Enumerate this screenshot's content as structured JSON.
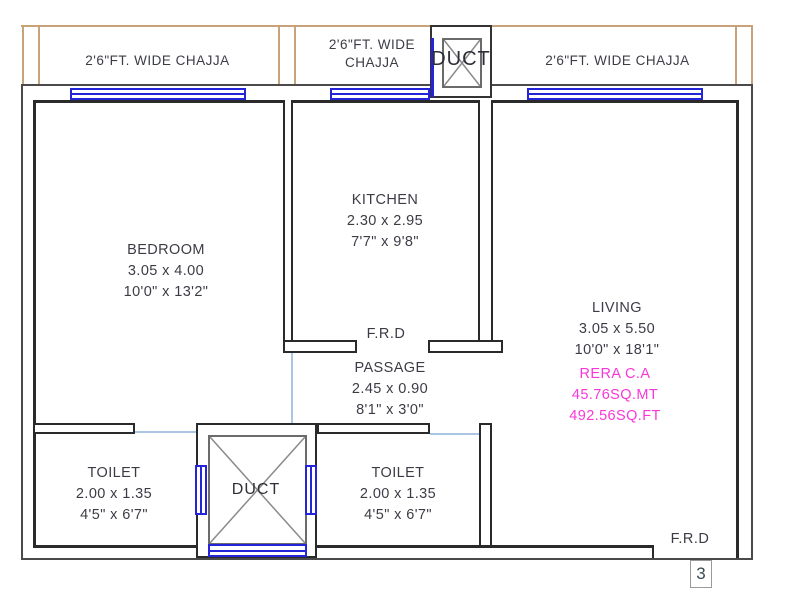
{
  "chajja": {
    "left": {
      "label": "2'6\"FT. WIDE CHAJJA"
    },
    "mid": {
      "line1": "2'6\"FT. WIDE",
      "line2": "CHAJJA"
    },
    "right": {
      "label": "2'6\"FT. WIDE CHAJJA"
    }
  },
  "ducts": {
    "top": {
      "label": "DUCT"
    },
    "bottom": {
      "label": "DUCT"
    }
  },
  "rooms": {
    "bedroom": {
      "name": "BEDROOM",
      "metric": "3.05 x 4.00",
      "imperial": "10'0\" x 13'2\""
    },
    "kitchen": {
      "name": "KITCHEN",
      "metric": "2.30 x 2.95",
      "imperial": "7'7\" x 9'8\""
    },
    "living": {
      "name": "LIVING",
      "metric": "3.05 x 5.50",
      "imperial": "10'0\" x 18'1\""
    },
    "passage": {
      "name": "PASSAGE",
      "metric": "2.45 x 0.90",
      "imperial": "8'1\" x 3'0\""
    },
    "toilet_left": {
      "name": "TOILET",
      "metric": "2.00 x 1.35",
      "imperial": "4'5\" x 6'7\""
    },
    "toilet_right": {
      "name": "TOILET",
      "metric": "2.00 x 1.35",
      "imperial": "4'5\" x 6'7\""
    }
  },
  "rera": {
    "line1": "RERA C.A",
    "line2": "45.76SQ.MT",
    "line3": "492.56SQ.FT"
  },
  "doors": {
    "kitchen_frd": "F.R.D",
    "entrance_frd": "F.R.D"
  },
  "sheet_number": "3",
  "colors": {
    "wall": "#2a2a2a",
    "chajja_tan": "#c8a379",
    "window_blue": "#2424d8",
    "opening_lightblue": "#a9c6e2",
    "frd_green": "#17e42e",
    "rera_magenta": "#f837d8",
    "text": "#3c3c46"
  }
}
